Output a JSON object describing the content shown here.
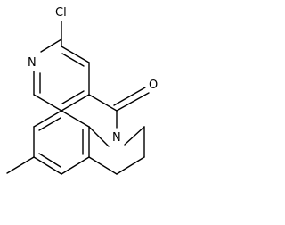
{
  "molecule": {
    "atom_labels": {
      "chlorine": "Cl",
      "pyridine_nitrogen": "N",
      "carbonyl_oxygen": "O",
      "amide_nitrogen": "N"
    },
    "colors": {
      "bond": "#000000",
      "label": "#000000",
      "background": "#ffffff"
    }
  }
}
